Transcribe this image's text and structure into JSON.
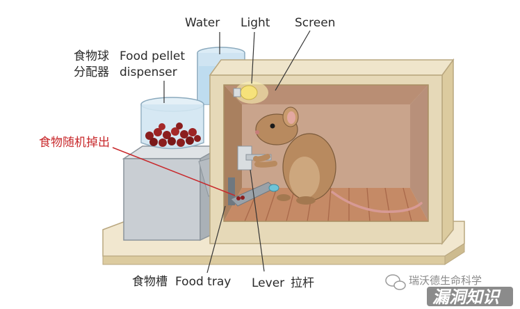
{
  "labels": {
    "water": "Water",
    "light": "Light",
    "screen": "Screen",
    "dispenser_zh": [
      "食物球",
      "分配器"
    ],
    "dispenser_en": [
      "Food pellet",
      "dispenser"
    ],
    "random_drop_zh": "食物随机掉出",
    "food_tray_zh": "食物槽",
    "food_tray_en": "Food tray",
    "lever_en": "Lever",
    "lever_zh": "拉杆"
  },
  "watermark": {
    "channel_name": "瑞沃德生命科学",
    "logo_text": "漏洞知识"
  },
  "colors": {
    "label_text": "#2a2a2a",
    "accent_red": "#c8292c",
    "box_frame": "#e6d9b8",
    "box_interior": "#c9a48c",
    "floor": "#c58a66",
    "water": "#b9d9ee",
    "pellets": "#8b1e1e",
    "metal": "#c9ced3",
    "light": "#f6e27a"
  }
}
